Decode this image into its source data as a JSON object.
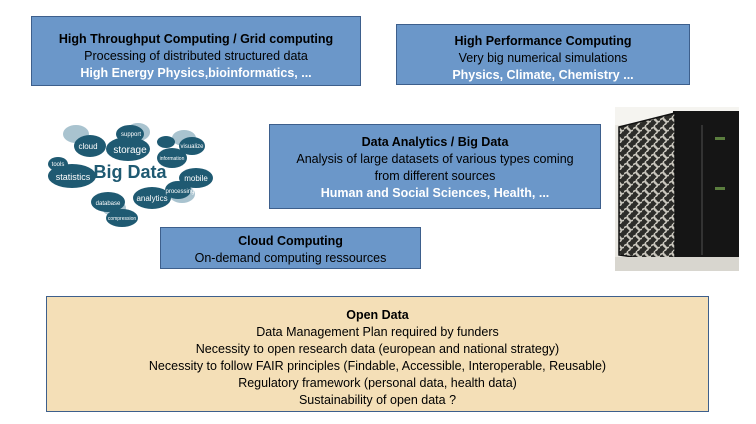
{
  "htc": {
    "title": "High Throughput Computing / Grid computing",
    "desc": "Processing of distributed structured data",
    "domains": "High Energy Physics,bioinformatics, ..."
  },
  "hpc": {
    "title": "High Performance Computing",
    "desc": "Very big numerical simulations",
    "domains": "Physics, Climate, Chemistry ..."
  },
  "bigdata": {
    "title": "Data Analytics / Big Data",
    "desc1": "Analysis of large datasets of various types coming",
    "desc2": "from different sources",
    "domains": "Human and Social Sciences, Health, ..."
  },
  "cloud": {
    "title": "Cloud Computing",
    "desc": "On-demand computing ressources"
  },
  "open_data": {
    "title": "Open Data",
    "lines": [
      "Data Management Plan required by funders",
      "Necessity to open research data (european and national strategy)",
      "Necessity to follow FAIR principles (Findable, Accessible, Interoperable, Reusable)",
      "Regulatory framework (personal data, health data)",
      "Sustainability of open data ?"
    ]
  },
  "word_cloud": {
    "center": "Big Data",
    "words": [
      "cloud",
      "storage",
      "support",
      "statistics",
      "tools",
      "analytics",
      "mobile",
      "information",
      "processing",
      "database",
      "compression",
      "visualize"
    ],
    "colors": {
      "dark": "#1f5a72",
      "light": "#a9c3cf"
    }
  },
  "colors": {
    "box_blue": "#6b97c9",
    "box_tan": "#f4dfb7",
    "border": "#3d5f8c"
  }
}
